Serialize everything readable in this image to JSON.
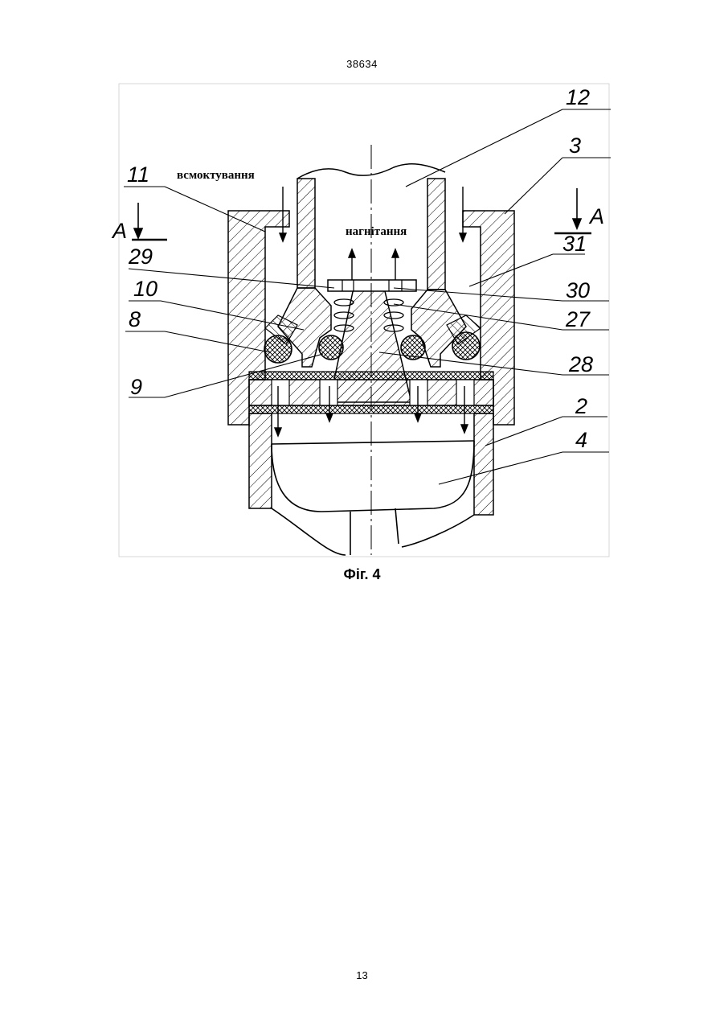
{
  "header": {
    "doc_number": "38634"
  },
  "figure": {
    "caption": "Фіг. 4",
    "flow_labels": {
      "suction": "всмоктування",
      "discharge": "нагнітання"
    },
    "section_marks": {
      "left": "А",
      "right": "А"
    },
    "part_numbers": {
      "p12": "12",
      "p3": "3",
      "p11": "11",
      "p29": "29",
      "p10": "10",
      "p8": "8",
      "p9": "9",
      "p31": "31",
      "p30": "30",
      "p27": "27",
      "p28": "28",
      "p2": "2",
      "p4": "4"
    }
  },
  "footer": {
    "page_number": "13"
  }
}
